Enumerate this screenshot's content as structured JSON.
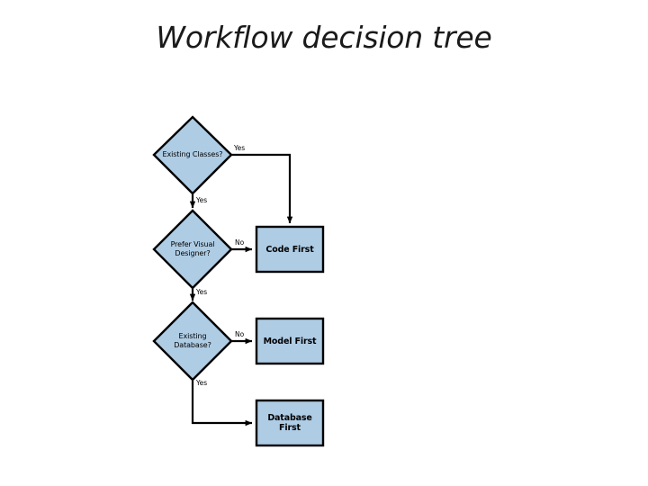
{
  "slide": {
    "title": "Workflow decision tree",
    "background_color": "#FFFFFF"
  },
  "theme": {
    "shape_fill": "#AECCE4",
    "shape_stroke": "#000000",
    "connector_color": "#000000",
    "text_color": "#000000",
    "title_color": "#1A1A1A"
  },
  "diagram": {
    "type": "flowchart",
    "nodes": [
      {
        "id": "existing-classes",
        "shape": "diamond",
        "label": "Existing Classes?",
        "label_lines": [
          "Existing Classes?"
        ]
      },
      {
        "id": "prefer-visual-designer",
        "shape": "diamond",
        "label": "Prefer Visual Designer?",
        "label_lines": [
          "Prefer Visual",
          "Designer?"
        ]
      },
      {
        "id": "existing-database",
        "shape": "diamond",
        "label": "Existing Database?",
        "label_lines": [
          "Existing",
          "Database?"
        ]
      },
      {
        "id": "code-first",
        "shape": "rectangle",
        "label": "Code First"
      },
      {
        "id": "model-first",
        "shape": "rectangle",
        "label": "Model First"
      },
      {
        "id": "database-first",
        "shape": "rectangle",
        "label": "Database First"
      }
    ],
    "edges": [
      {
        "id": "classes-yes-right",
        "from": "existing-classes",
        "to": "code-first",
        "label": "Yes"
      },
      {
        "id": "classes-yes-down",
        "from": "existing-classes",
        "to": "prefer-visual-designer",
        "label": "Yes"
      },
      {
        "id": "designer-no",
        "from": "prefer-visual-designer",
        "to": "code-first",
        "label": "No"
      },
      {
        "id": "designer-yes",
        "from": "prefer-visual-designer",
        "to": "existing-database",
        "label": "Yes"
      },
      {
        "id": "database-no",
        "from": "existing-database",
        "to": "model-first",
        "label": "No"
      },
      {
        "id": "database-yes",
        "from": "existing-database",
        "to": "database-first",
        "label": "Yes"
      }
    ]
  }
}
